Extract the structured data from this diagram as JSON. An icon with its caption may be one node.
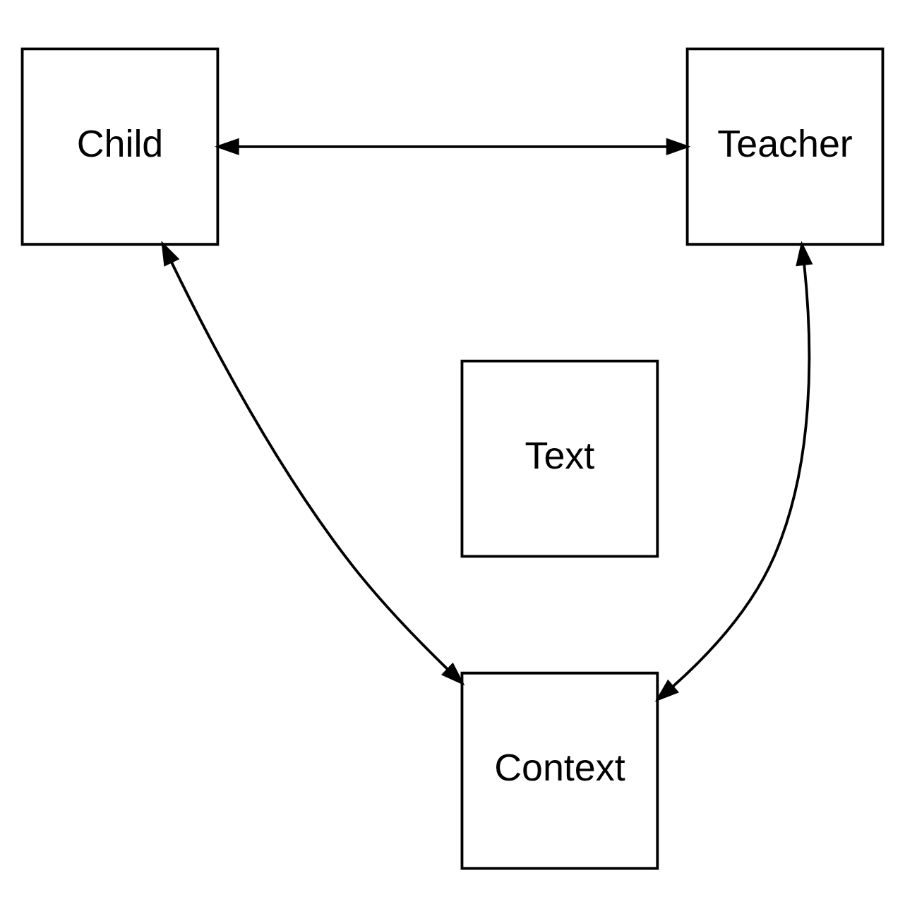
{
  "diagram": {
    "nodes": [
      {
        "text": [
          "Child"
        ]
      },
      {
        "text": [
          "Teacher"
        ]
      },
      {
        "text": [
          "Text"
        ]
      },
      {
        "text": [
          "Context"
        ]
      }
    ],
    "edges": [
      {
        "from": 0,
        "to": 1,
        "arrow": "both"
      },
      {
        "from": 0,
        "to": 3,
        "arrow": "both"
      },
      {
        "from": 1,
        "to": 3,
        "arrow": "both"
      }
    ]
  }
}
